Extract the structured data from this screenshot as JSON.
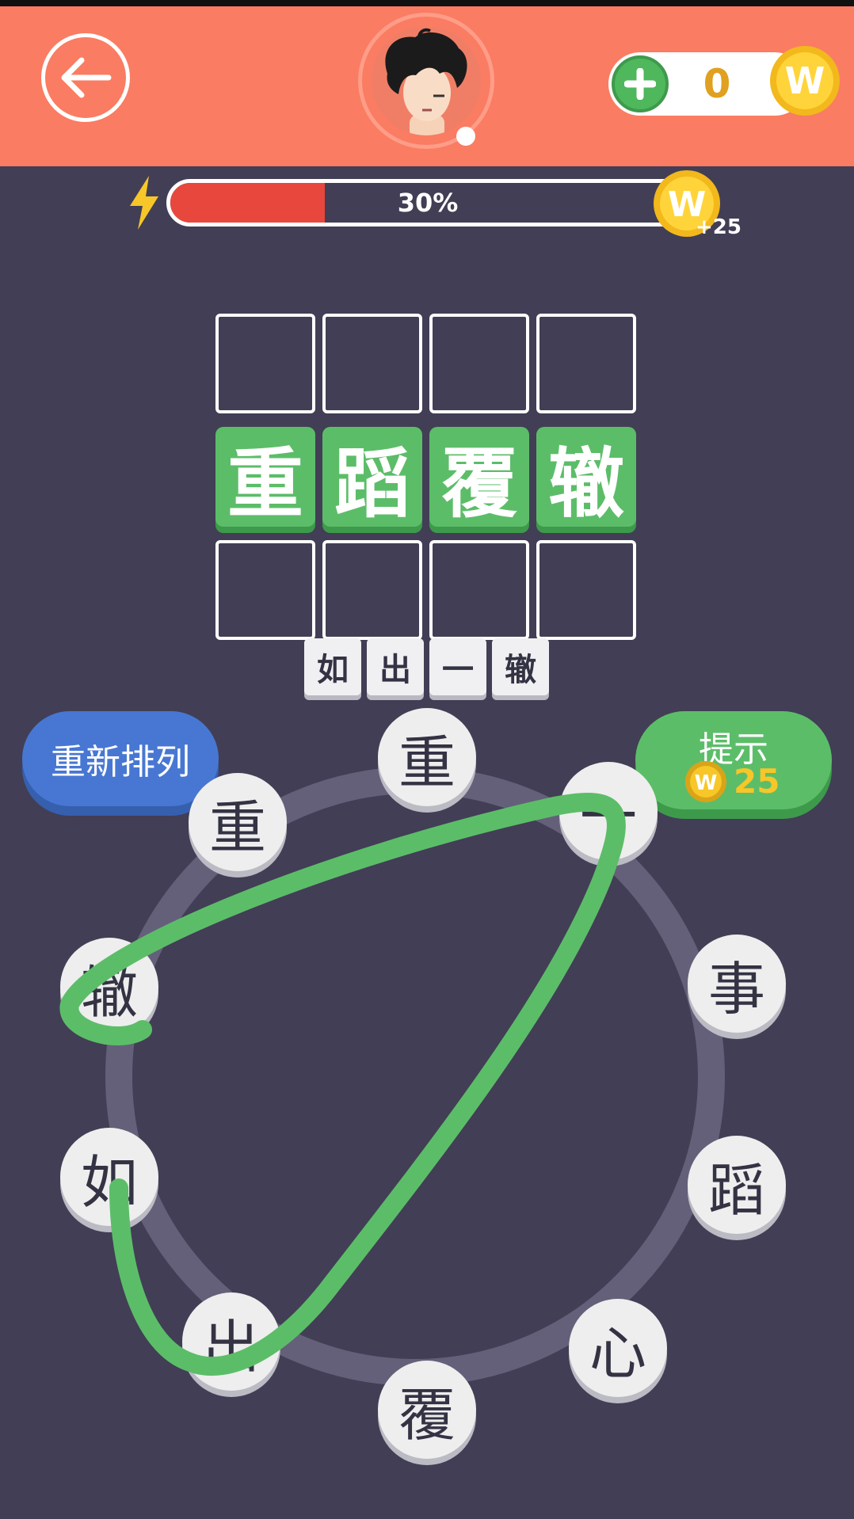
{
  "header": {
    "back_icon": "arrow-left-icon",
    "avatar_icon": "player-avatar",
    "add_coins_icon": "plus-icon",
    "coin_count": "0",
    "coin_icon": "w-coin-icon",
    "coin_letter": "W"
  },
  "progress": {
    "percent_label": "30%",
    "value": 0.3,
    "reward_label": "+25"
  },
  "board": {
    "answer": [
      "重",
      "蹈",
      "覆",
      "辙"
    ],
    "empty_rows": 2
  },
  "clue": [
    "如",
    "出",
    "一",
    "辙"
  ],
  "buttons": {
    "shuffle_label": "重新排列",
    "hint_label": "提示",
    "hint_cost": "25"
  },
  "wheel": {
    "letters": [
      "重",
      "一",
      "事",
      "蹈",
      "心",
      "覆",
      "出",
      "如",
      "辙",
      "重"
    ],
    "selected_path": [
      "辙",
      "一",
      "出",
      "如"
    ]
  },
  "colors": {
    "header_bg": "#fa7c62",
    "background": "#423e55",
    "green": "#5cbd69",
    "blue": "#4777d2",
    "progress_fill": "#e8473d",
    "coin": "#f7c629"
  }
}
